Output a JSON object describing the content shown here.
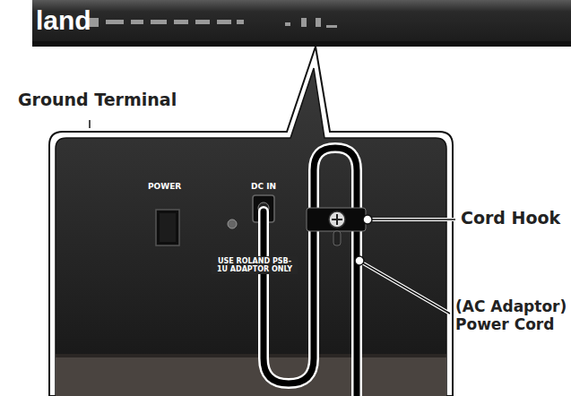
{
  "diagram": {
    "labels": [
      "land",
      "Ground Terminal",
      "POWER",
      "DC IN",
      "USE ROLAND PSB-1U ADAPTOR ONLY",
      "Cord Hook",
      "(AC Adaptor) Power Cord"
    ]
  }
}
